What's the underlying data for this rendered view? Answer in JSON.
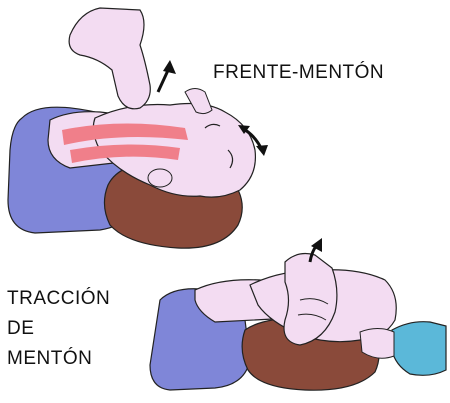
{
  "labels": {
    "head_tilt_chin_lift": "FRENTE-MENTÓN",
    "chin_lift_line1": "TRACCIÓN",
    "chin_lift_line2": "DE",
    "chin_lift_line3": "MENTÓN"
  },
  "colors": {
    "pillow": "#7f86d8",
    "hair": "#8a4a3a",
    "skin": "#f3dcf2",
    "airway_highlight": "#f07f8a",
    "sleeve": "#5bb8d9",
    "outline": "#222222"
  },
  "icons": [
    "arrow-up-icon",
    "arrow-curve-icon"
  ]
}
